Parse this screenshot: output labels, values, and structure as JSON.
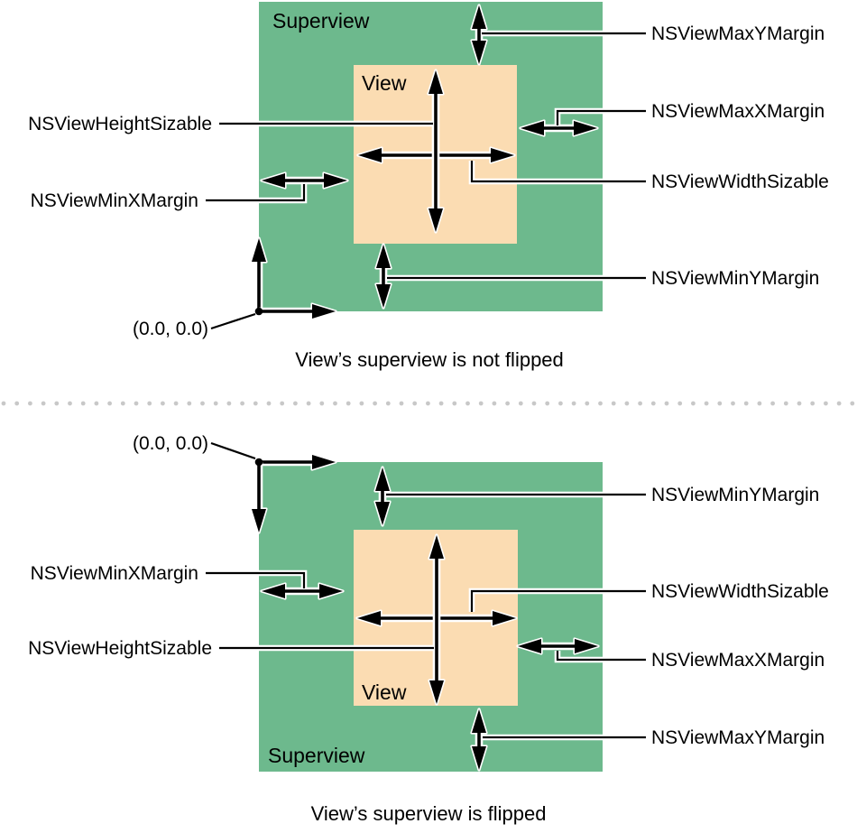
{
  "colors": {
    "superview": "#6db98d",
    "view": "#fbdcb2",
    "dots": "#c8c8c8",
    "line": "#000000"
  },
  "top": {
    "superview_label": "Superview",
    "view_label": "View",
    "origin_label": "(0.0, 0.0)",
    "caption": "View’s superview is not flipped",
    "labels": {
      "max_y": "NSViewMaxYMargin",
      "max_x": "NSViewMaxXMargin",
      "width": "NSViewWidthSizable",
      "min_y": "NSViewMinYMargin",
      "height": "NSViewHeightSizable",
      "min_x": "NSViewMinXMargin"
    }
  },
  "bottom": {
    "superview_label": "Superview",
    "view_label": "View",
    "origin_label": "(0.0, 0.0)",
    "caption": "View’s superview is flipped",
    "labels": {
      "min_y": "NSViewMinYMargin",
      "width": "NSViewWidthSizable",
      "max_x": "NSViewMaxXMargin",
      "max_y": "NSViewMaxYMargin",
      "min_x": "NSViewMinXMargin",
      "height": "NSViewHeightSizable"
    }
  }
}
